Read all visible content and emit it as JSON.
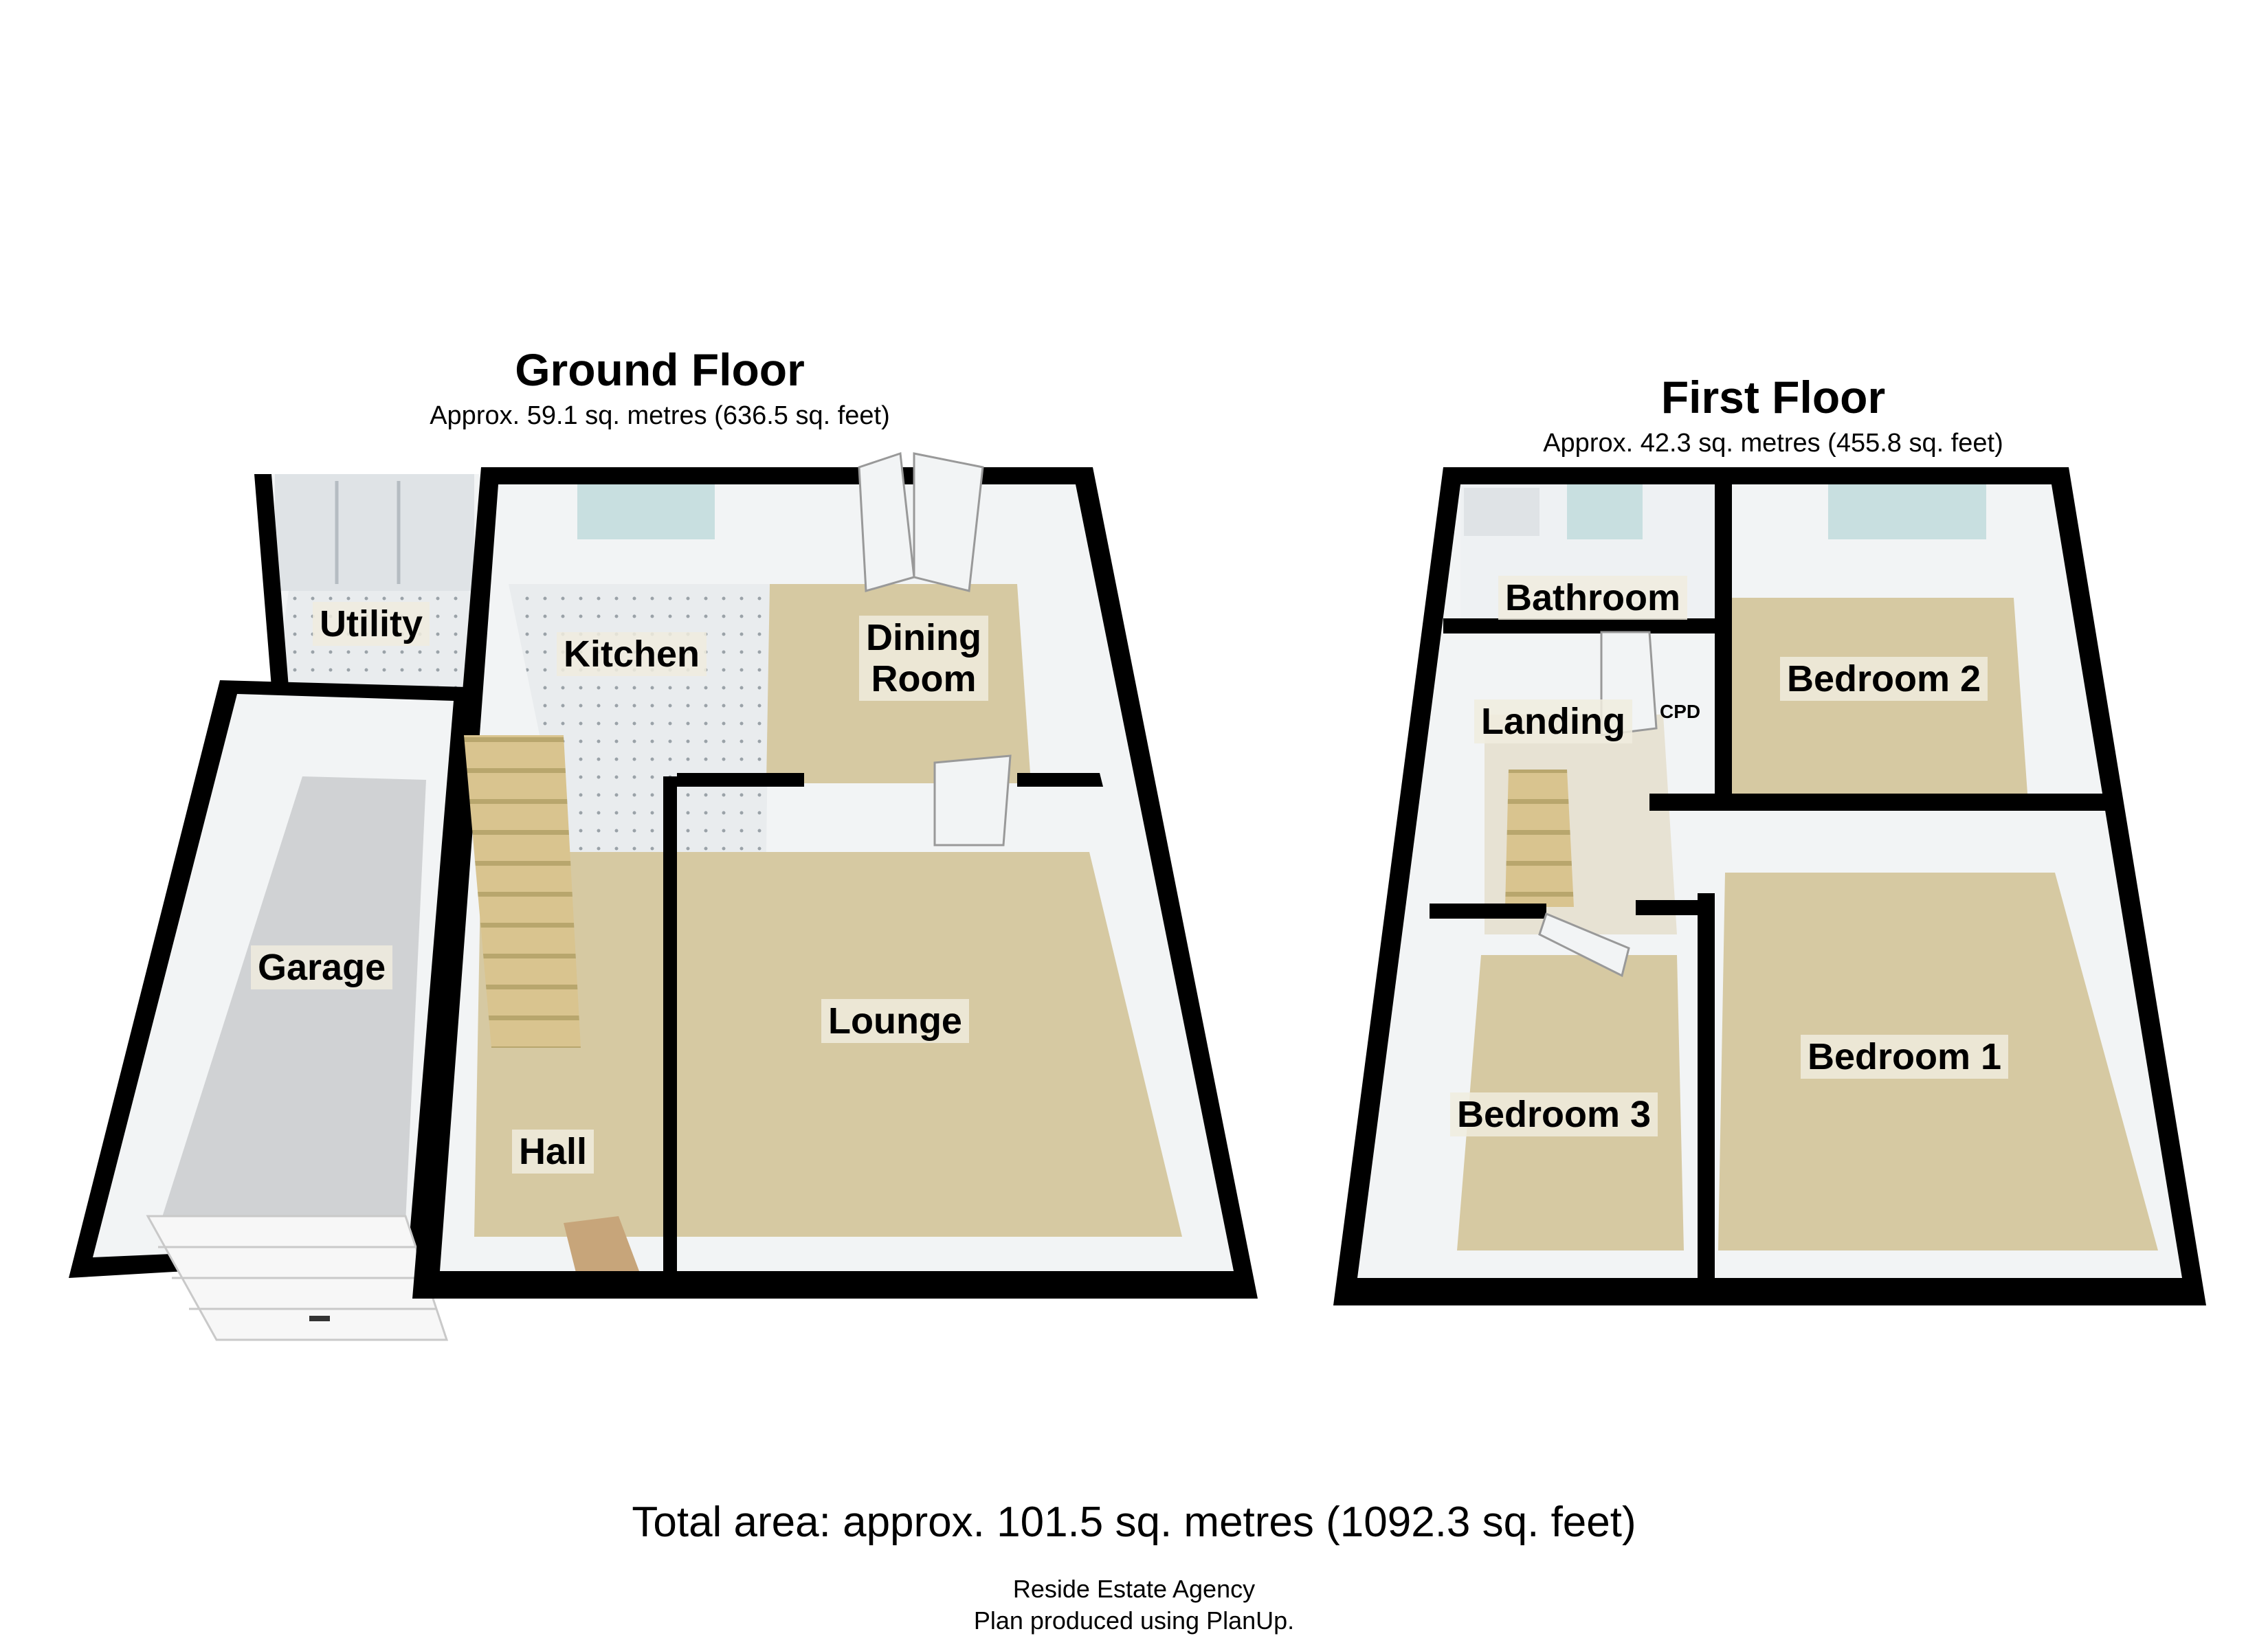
{
  "ground_floor": {
    "title": "Ground Floor",
    "area": "Approx. 59.1 sq. metres (636.5 sq. feet)",
    "rooms": {
      "utility": "Utility",
      "kitchen": "Kitchen",
      "dining_1": "Dining",
      "dining_2": "Room",
      "garage": "Garage",
      "lounge": "Lounge",
      "hall": "Hall"
    }
  },
  "first_floor": {
    "title": "First Floor",
    "area": "Approx. 42.3 sq. metres (455.8 sq. feet)",
    "rooms": {
      "bathroom": "Bathroom",
      "bedroom2": "Bedroom 2",
      "landing": "Landing",
      "cpd": "CPD",
      "bedroom1": "Bedroom 1",
      "bedroom3": "Bedroom 3"
    }
  },
  "total_area": "Total area: approx. 101.5 sq. metres (1092.3 sq. feet)",
  "footer": {
    "agency": "Reside Estate Agency",
    "produced": "Plan produced using PlanUp."
  },
  "colors": {
    "wall": "#000000",
    "carpet": "#d6c9a2",
    "garage_floor": "#d0d2d4",
    "tile_floor": "#e9ecee",
    "wall_inner": "#f2f4f5",
    "window": "#c8dfe0"
  }
}
